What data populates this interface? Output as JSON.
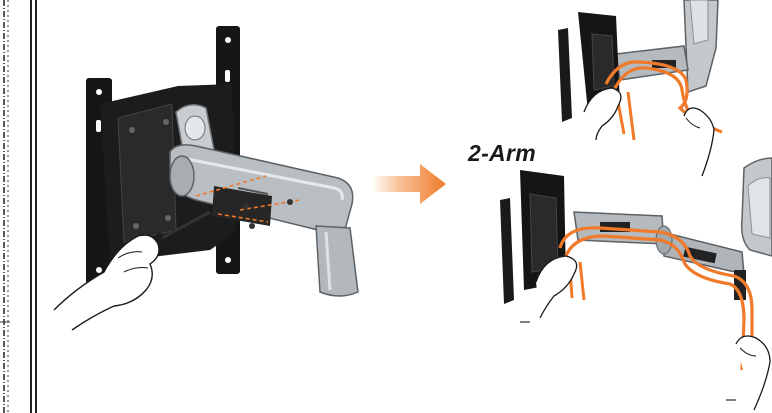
{
  "figure": {
    "label": "2-Arm",
    "accent_color": "#f07a2a",
    "icons": [
      "wall-plate",
      "tilt-bracket",
      "swing-arm",
      "screwdriver",
      "hand",
      "arrow-right",
      "cable-routing"
    ]
  }
}
